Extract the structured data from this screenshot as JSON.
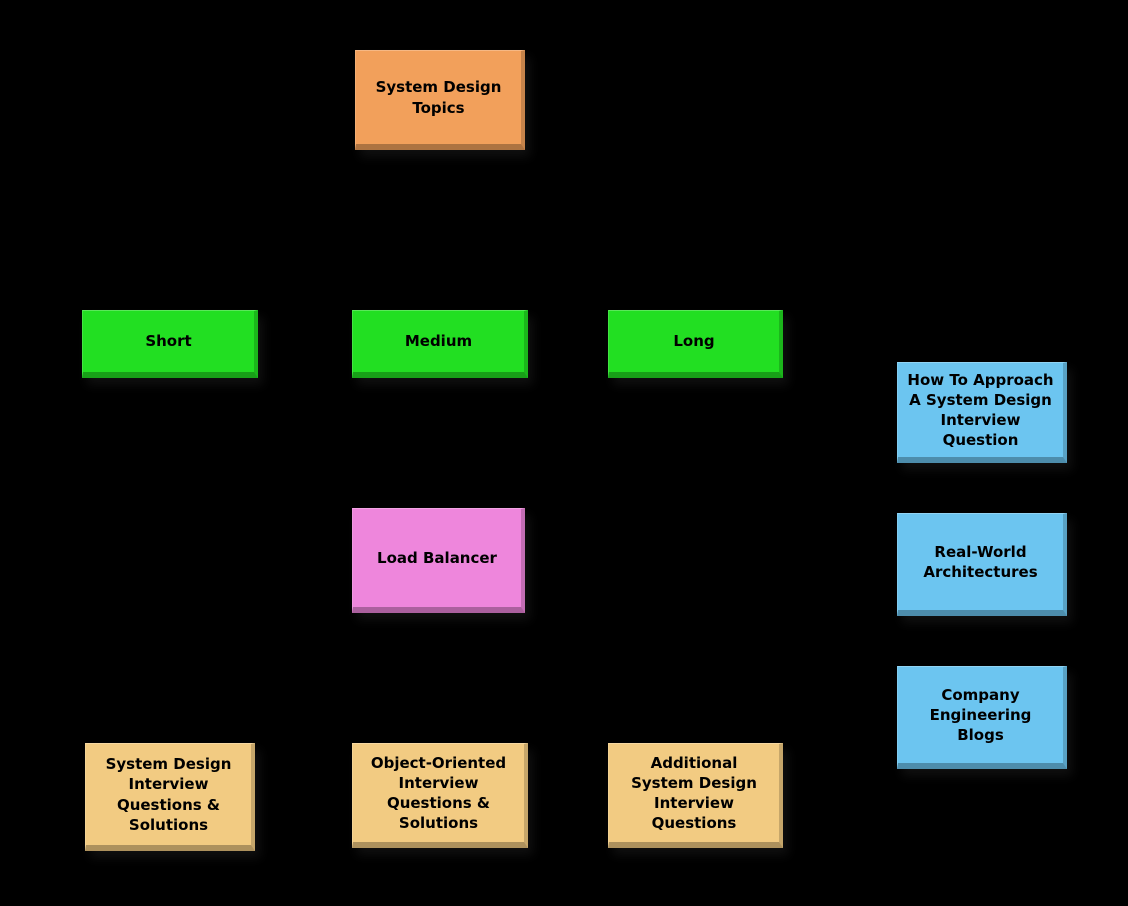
{
  "diagram": {
    "colors": {
      "background": "#000000",
      "text": "#000000",
      "root_box": "#F2A05B",
      "duration_box": "#22DF22",
      "component_box": "#EE86DC",
      "resource_box": "#6CC5F0",
      "questions_box": "#F2CB82"
    },
    "nodes": {
      "topics": {
        "label": "System Design\nTopics"
      },
      "short": {
        "label": "Short"
      },
      "medium": {
        "label": "Medium"
      },
      "long": {
        "label": "Long"
      },
      "approach": {
        "label": "How To Approach\nA System Design\nInterview\nQuestion"
      },
      "load_balancer": {
        "label": "Load Balancer"
      },
      "real_world": {
        "label": "Real-World\nArchitectures"
      },
      "company_blogs": {
        "label": "Company\nEngineering\nBlogs"
      },
      "sdi_questions": {
        "label": "System Design\nInterview\nQuestions &\nSolutions"
      },
      "oo_questions": {
        "label": "Object-Oriented\nInterview\nQuestions &\nSolutions"
      },
      "additional_questions": {
        "label": "Additional\nSystem Design\nInterview\nQuestions"
      }
    }
  }
}
